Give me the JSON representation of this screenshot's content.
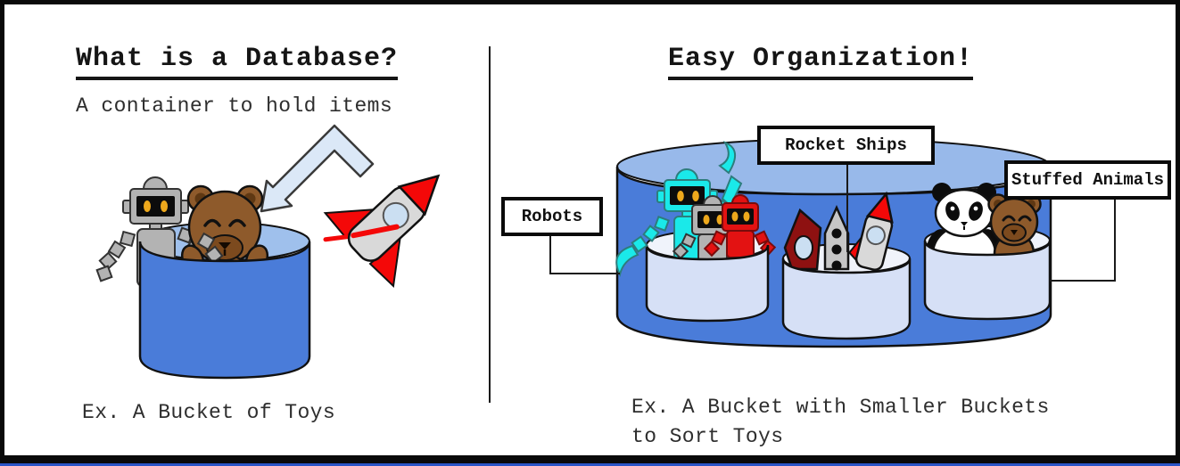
{
  "left_panel": {
    "title": "What is a Database?",
    "subtitle": "A container to hold items",
    "caption": "Ex. A Bucket of Toys"
  },
  "right_panel": {
    "title": "Easy Organization!",
    "caption_line1": "Ex. A Bucket with Smaller Buckets",
    "caption_line2": "to Sort Toys",
    "labels": {
      "robots": "Robots",
      "rocket_ships": "Rocket Ships",
      "stuffed_animals": "Stuffed Animals"
    }
  },
  "colors": {
    "bucket_blue": "#4a7cd9",
    "bucket_top_blue": "#98b9ea",
    "left_bucket_top_blue": "#9fc0ec",
    "small_bucket": "#d6e0f6",
    "small_bucket_top": "#f0f3fb",
    "arrow_fill": "#dbe8f7",
    "robot_gray": "#b3b3b3",
    "robot_cyan": "#1ae9e9",
    "robot_red": "#e31212",
    "rocket_red": "#f40808",
    "rocket_dark_red": "#8e1111",
    "rocket_body_gray": "#d9d9d9",
    "rocket_dotted_gray": "#c6c6c6",
    "window_blue": "#cbdff2",
    "bear_brown": "#8e5a2b",
    "bear_muzzle": "#7c4a1e",
    "eye_yellow": "#eda81c",
    "panda_white": "#ffffff"
  }
}
